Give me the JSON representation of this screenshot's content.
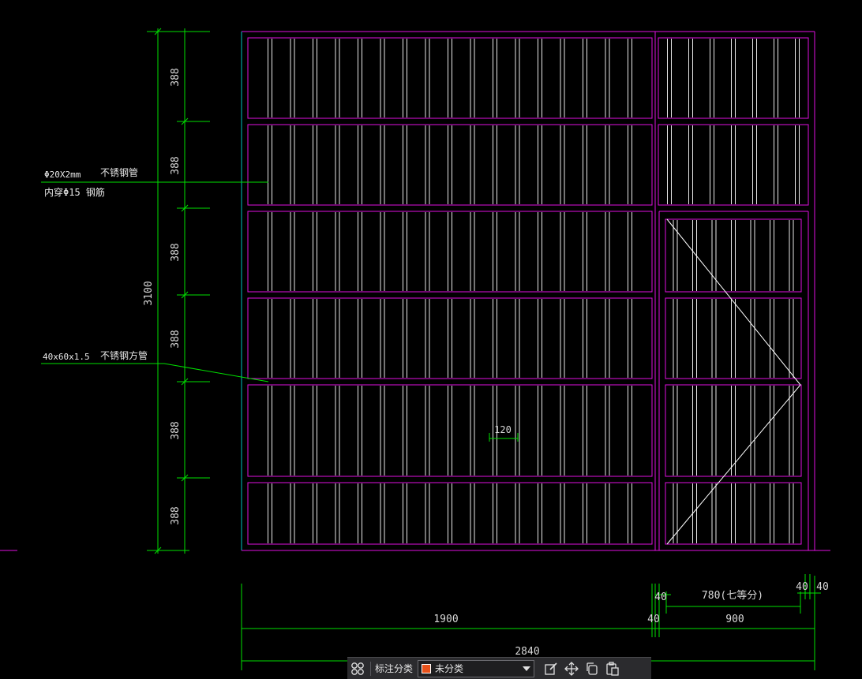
{
  "drawing": {
    "colors": {
      "background": "#000000",
      "frame": "#e010e0",
      "dimension": "#00e000",
      "slat": "#e8e8e8",
      "border": "#00c0c0"
    },
    "annotations": {
      "pipe_spec": "Φ20X2mm",
      "pipe_material": "不锈钢管",
      "inner_bar": "内穿Φ15 钢筋",
      "tube_spec": "40x60x1.5",
      "tube_material": "不锈钢方管"
    },
    "dimensions": {
      "total_height": "3100",
      "row_height": "388",
      "slat_spacing": "120",
      "left_panel_width": "1900",
      "gap_a": "40",
      "gap_b": "40",
      "door_inner": "780(七等分)",
      "door_width": "900",
      "edge_a": "40",
      "edge_b": "40",
      "total_width": "2840"
    }
  },
  "toolbar": {
    "grid_icon": "grid-icon",
    "label": "标注分类",
    "selected_category": "未分类",
    "selected_color": "#e8521b",
    "icons": [
      "edit-icon",
      "move-icon",
      "copy-icon",
      "paste-icon"
    ]
  }
}
